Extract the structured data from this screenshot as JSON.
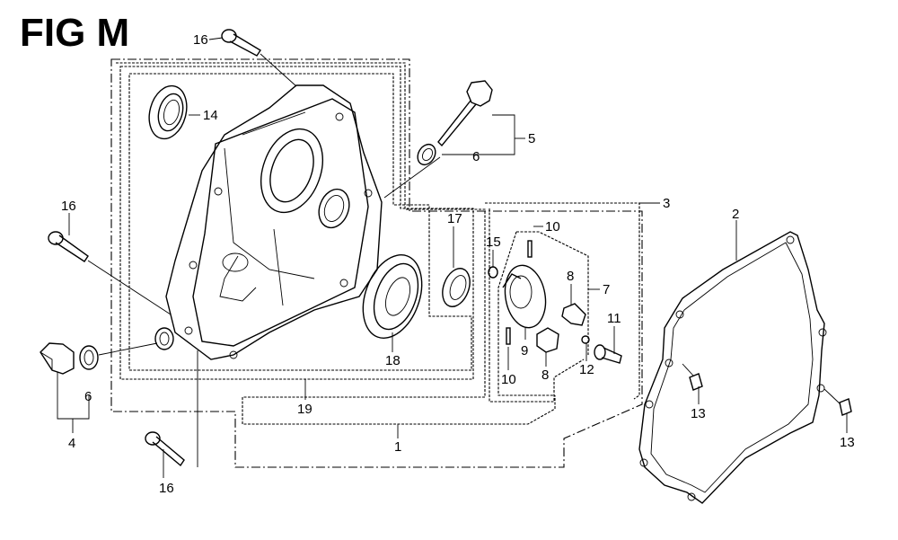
{
  "figure": {
    "title": "FIG M",
    "description": "Exploded parts diagram of engine crankcase cover assembly"
  },
  "callouts": [
    {
      "id": "c16a",
      "number": "16",
      "part": "flange-bolt"
    },
    {
      "id": "c14",
      "number": "14",
      "part": "oil-seal"
    },
    {
      "id": "c5",
      "number": "5",
      "part": "oil-filler-cap-dipstick"
    },
    {
      "id": "c6a",
      "number": "6",
      "part": "o-ring"
    },
    {
      "id": "c3",
      "number": "3",
      "part": "governor-assembly-group"
    },
    {
      "id": "c2",
      "number": "2",
      "part": "crankcase-cover-gasket"
    },
    {
      "id": "c16b",
      "number": "16",
      "part": "flange-bolt"
    },
    {
      "id": "c17",
      "number": "17",
      "part": "ball-bearing-small"
    },
    {
      "id": "c15",
      "number": "15",
      "part": "washer"
    },
    {
      "id": "c10a",
      "number": "10",
      "part": "pin"
    },
    {
      "id": "c8a",
      "number": "8",
      "part": "governor-weight"
    },
    {
      "id": "c7",
      "number": "7",
      "part": "governor-gear-assembly"
    },
    {
      "id": "c11",
      "number": "11",
      "part": "governor-shaft"
    },
    {
      "id": "c9",
      "number": "9",
      "part": "governor-gear"
    },
    {
      "id": "c10b",
      "number": "10",
      "part": "pin"
    },
    {
      "id": "c8b",
      "number": "8",
      "part": "governor-slider"
    },
    {
      "id": "c12",
      "number": "12",
      "part": "clip"
    },
    {
      "id": "c18",
      "number": "18",
      "part": "ball-bearing-large"
    },
    {
      "id": "c13a",
      "number": "13",
      "part": "dowel-pin"
    },
    {
      "id": "c13b",
      "number": "13",
      "part": "dowel-pin"
    },
    {
      "id": "c4",
      "number": "4",
      "part": "oil-drain-plug"
    },
    {
      "id": "c6b",
      "number": "6",
      "part": "o-ring"
    },
    {
      "id": "c19",
      "number": "19",
      "part": "crankcase-cover"
    },
    {
      "id": "c1",
      "number": "1",
      "part": "crankcase-cover-assembly"
    },
    {
      "id": "c16c",
      "number": "16",
      "part": "flange-bolt"
    }
  ]
}
